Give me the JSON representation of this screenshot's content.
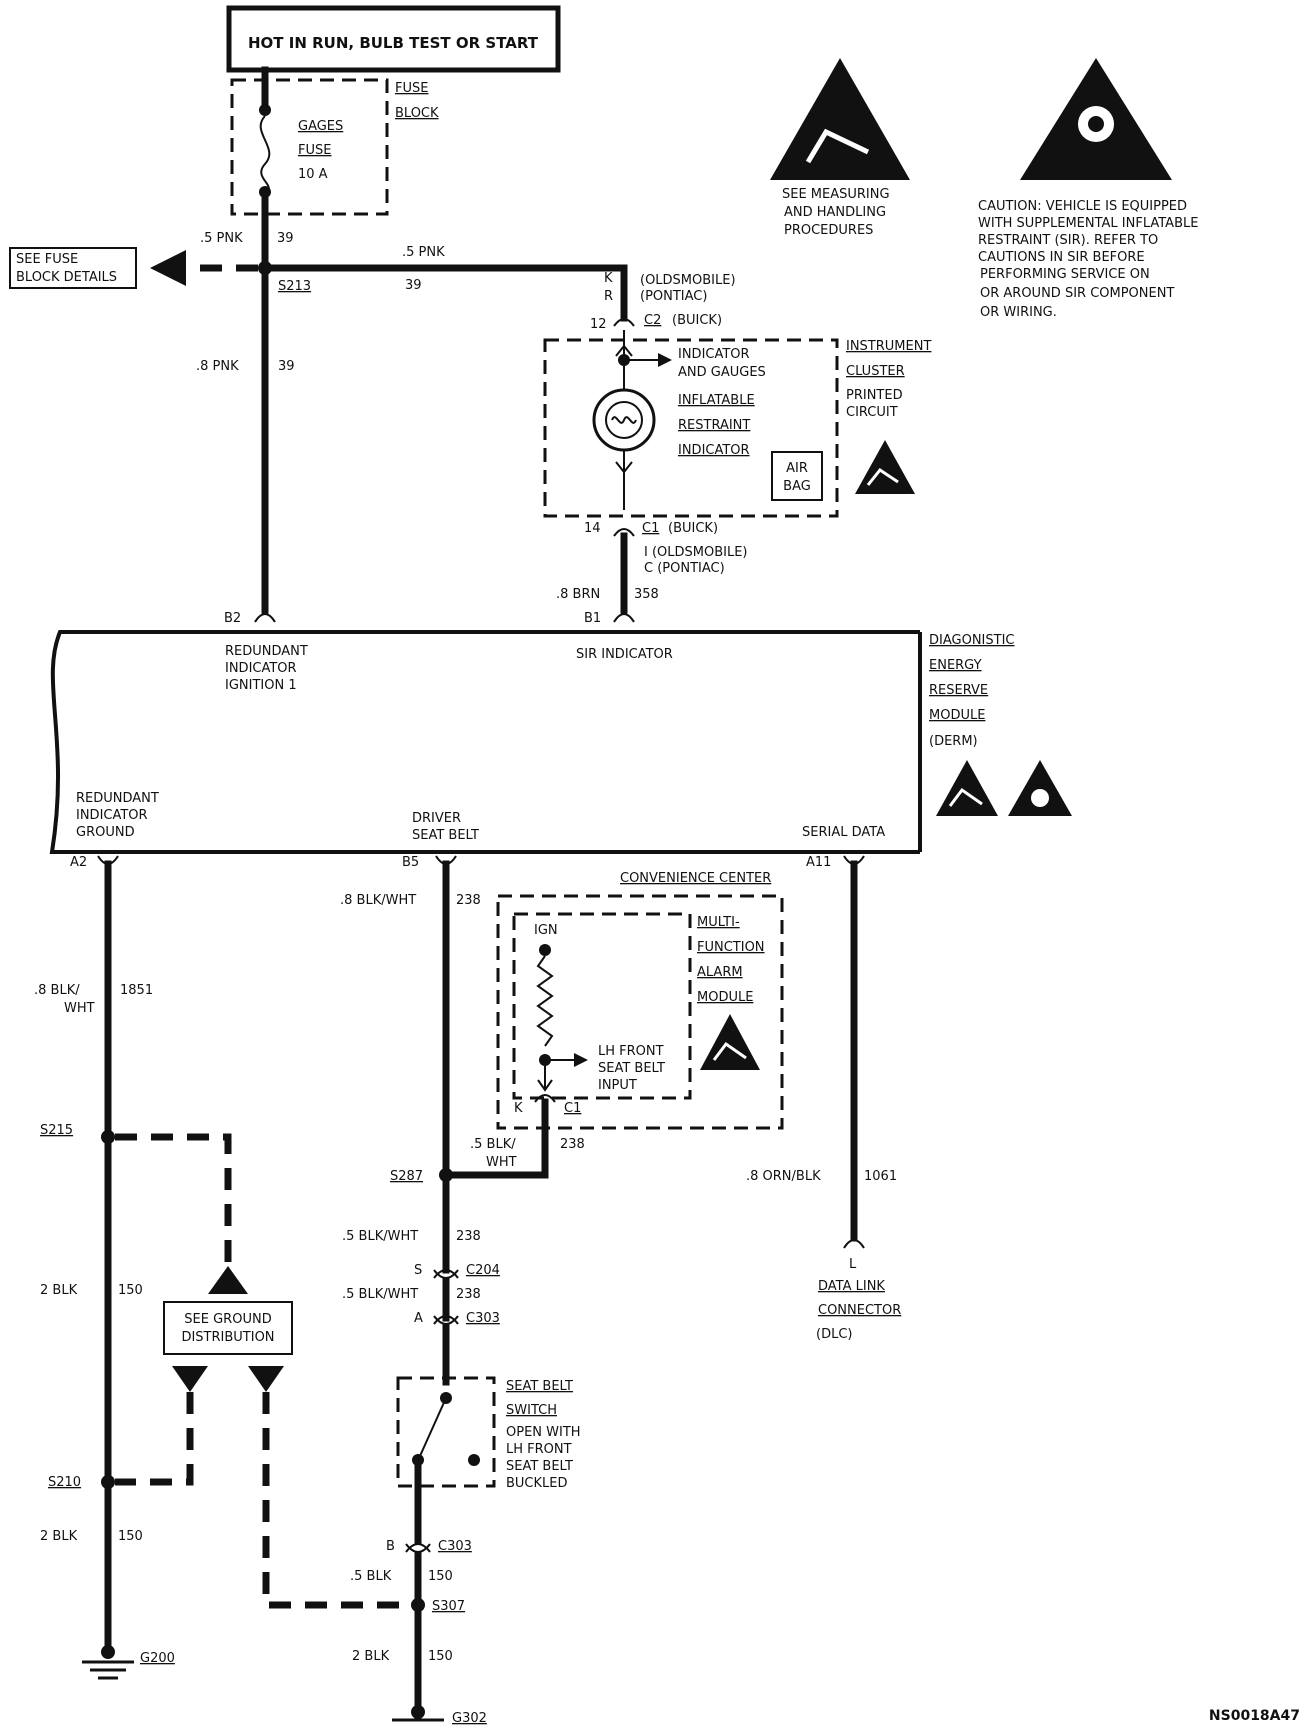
{
  "top_box": "HOT IN RUN, BULB TEST OR START",
  "fuse_block": {
    "line1": "FUSE",
    "line2": "BLOCK",
    "fuse_l1": "GAGES",
    "fuse_l2": "FUSE",
    "fuse_l3": "10 A"
  },
  "see_fuse": {
    "line1": "SEE FUSE",
    "line2": "BLOCK DETAILS"
  },
  "wires": {
    "w1_gauge": ".5 PNK",
    "w1_circuit": "39",
    "w2_gauge": ".5 PNK",
    "w2_circuit": "39",
    "w3_gauge": ".8 PNK",
    "w3_circuit": "39",
    "w4_gauge": ".8 BRN",
    "w4_circuit": "358",
    "w5_gauge_l1": ".8 BLK/",
    "w5_gauge_l2": "WHT",
    "w5_circuit": "1851",
    "w6_gauge": ".8 BLK/WHT",
    "w6_circuit": "238",
    "w7_gauge_l1": ".5 BLK/",
    "w7_gauge_l2": "WHT",
    "w7_circuit": "238",
    "w8_gauge": ".5 BLK/WHT",
    "w8_circuit": "238",
    "w9_gauge": ".5 BLK/WHT",
    "w9_circuit": "238",
    "w10_gauge": "2 BLK",
    "w10_circuit": "150",
    "w11_gauge": "2 BLK",
    "w11_circuit": "150",
    "w12_gauge": ".5 BLK",
    "w12_circuit": "150",
    "w13_gauge": "2 BLK",
    "w13_circuit": "150",
    "w14_gauge": ".8 ORN/BLK",
    "w14_circuit": "1061"
  },
  "splices": {
    "s213": "S213",
    "s215": "S215",
    "s210": "S210",
    "s287": "S287",
    "s307": "S307"
  },
  "grounds": {
    "g200": "G200",
    "g302": "G302"
  },
  "c2": {
    "k": "K",
    "r": "R",
    "olds": "(OLDSMOBILE)",
    "pont": "(PONTIAC)",
    "pin": "12",
    "name": "C2",
    "buick": "(BUICK)"
  },
  "c1": {
    "pin": "14",
    "name": "C1",
    "buick": "(BUICK)",
    "olds": "I (OLDSMOBILE)",
    "pont": "C (PONTIAC)"
  },
  "cluster": {
    "l1": "INSTRUMENT",
    "l2": "CLUSTER",
    "l3": "PRINTED",
    "l4": "CIRCUIT",
    "ind_l1": "INDICATOR",
    "ind_l2": "AND GAUGES",
    "sir_l1": "INFLATABLE",
    "sir_l2": "RESTRAINT",
    "sir_l3": "INDICATOR",
    "bag_l1": "AIR",
    "bag_l2": "BAG"
  },
  "derm": {
    "l1": "DIAGONISTIC",
    "l2": "ENERGY",
    "l3": "RESERVE",
    "l4": "MODULE",
    "l5": "(DERM)",
    "pin_b2": "B2",
    "pin_b1": "B1",
    "pin_a2": "A2",
    "pin_b5": "B5",
    "pin_a11": "A11",
    "red_ign_l1": "REDUNDANT",
    "red_ign_l2": "INDICATOR",
    "red_ign_l3": "IGNITION 1",
    "sir_ind": "SIR INDICATOR",
    "red_gnd_l1": "REDUNDANT",
    "red_gnd_l2": "INDICATOR",
    "red_gnd_l3": "GROUND",
    "dsb_l1": "DRIVER",
    "dsb_l2": "SEAT BELT",
    "serial": "SERIAL DATA"
  },
  "convenience": {
    "title": "CONVENIENCE CENTER",
    "ign": "IGN",
    "m1": "MULTI-",
    "m2": "FUNCTION",
    "m3": "ALARM",
    "m4": "MODULE",
    "lh_l1": "LH FRONT",
    "lh_l2": "SEAT BELT",
    "lh_l3": "INPUT",
    "k": "K",
    "c1": "C1"
  },
  "connectors": {
    "c204_pin": "S",
    "c204": "C204",
    "c303a_pin": "A",
    "c303a": "C303",
    "c303b_pin": "B",
    "c303b": "C303"
  },
  "seat_belt": {
    "l1": "SEAT BELT",
    "l2": "SWITCH",
    "l3": "OPEN WITH",
    "l4": "LH FRONT",
    "l5": "SEAT BELT",
    "l6": "BUCKLED"
  },
  "ground_dist": {
    "l1": "SEE GROUND",
    "l2": "DISTRIBUTION"
  },
  "dlc": {
    "pin": "L",
    "l1": "DATA LINK",
    "l2": "CONNECTOR",
    "l3": "(DLC)"
  },
  "measure": {
    "l1": "SEE MEASURING",
    "l2": "AND HANDLING",
    "l3": "PROCEDURES"
  },
  "caution": {
    "l1": "CAUTION: VEHICLE IS EQUIPPED",
    "l2": "WITH SUPPLEMENTAL INFLATABLE",
    "l3": "RESTRAINT (SIR). REFER TO",
    "l4": "CAUTIONS IN SIR BEFORE",
    "l5": "PERFORMING SERVICE ON",
    "l6": "OR AROUND SIR COMPONENT",
    "l7": "OR WIRING."
  },
  "doc_id": "NS0018A47"
}
